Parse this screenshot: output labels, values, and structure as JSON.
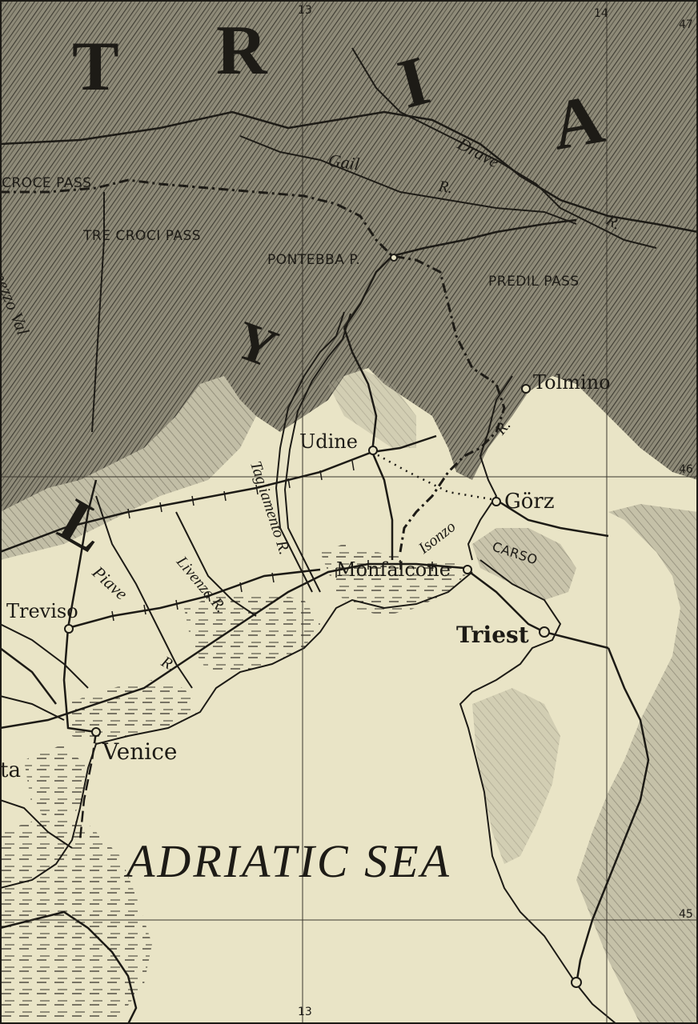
{
  "region_letters": {
    "t": "T",
    "r": "R",
    "i": "I",
    "a": "A",
    "l": "L",
    "y": "Y"
  },
  "passes": {
    "croce": "CROCE PASS",
    "tre_croci": "TRE CROCI PASS",
    "pontebba": "PONTEBBA P.",
    "predil": "PREDIL PASS"
  },
  "areas": {
    "carso": "CARSO"
  },
  "towns": {
    "tolmino": "Tolmino",
    "udine": "Udine",
    "gorz": "Görz",
    "monfalcone": "Monfalcone",
    "treviso": "Treviso",
    "triest": "Triest",
    "venice": "Venice",
    "partial_left": "ta"
  },
  "rivers": {
    "drave": "Drave",
    "drave_r": "R.",
    "gail": "Gail",
    "gail_r": "R.",
    "ampezzo": "Ampezzo Val",
    "isonzo": "Isonzo",
    "isonzo_r": "R.",
    "tagliamento": "Tagliamento R.",
    "livenza": "Livenza R.",
    "piave": "Piave",
    "piave_r": "R."
  },
  "coordinates": {
    "top_13": "13",
    "top_14": "14",
    "top_47": "47",
    "right_46": "46",
    "right_45": "45",
    "bottom_13": "13"
  },
  "sea": {
    "adriatic": "ADRIATIC SEA"
  },
  "colors": {
    "paper": "#e9e4c6",
    "ink": "#1d1b16",
    "mountain": "#6f6a5a"
  }
}
